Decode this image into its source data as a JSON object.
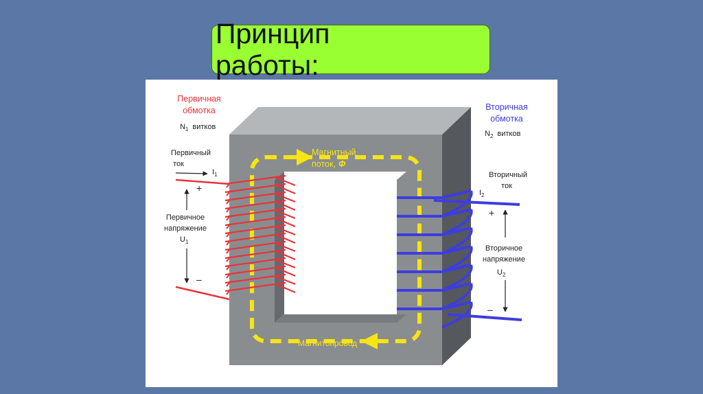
{
  "slide": {
    "title": "Принцип\nработы:"
  },
  "diagram": {
    "primary_winding": {
      "line1": "Первичная",
      "line2": "обмотка",
      "turns_symbol": "N",
      "turns_sub": "1",
      "turns_word": "витков"
    },
    "secondary_winding": {
      "line1": "Вторичная",
      "line2": "обмотка",
      "turns_symbol": "N",
      "turns_sub": "2",
      "turns_word": "витков"
    },
    "primary_current": {
      "line1": "Первичный",
      "line2": "ток",
      "symbol": "I",
      "sub": "1"
    },
    "secondary_current": {
      "line1": "Вторичный",
      "line2": "ток",
      "symbol": "I",
      "sub": "2"
    },
    "primary_voltage": {
      "line1": "Первичное",
      "line2": "напряжение",
      "symbol": "U",
      "sub": "1"
    },
    "secondary_voltage": {
      "line1": "Вторичное",
      "line2": "напряжение",
      "symbol": "U",
      "sub": "2"
    },
    "flux": {
      "line1": "Магнитный",
      "line2": "поток,",
      "symbol": "Φ"
    },
    "core_label": "Магнитопровод",
    "plus": "+",
    "minus": "–",
    "colors": {
      "primary": "#e8343a",
      "secondary": "#3d3de0",
      "flux": "#f7e413",
      "core_front": "#8a8d90",
      "core_top": "#b4b7ba",
      "core_side": "#55585c",
      "title_bg": "#99ff33",
      "slide_bg": "#5b77a6"
    }
  }
}
